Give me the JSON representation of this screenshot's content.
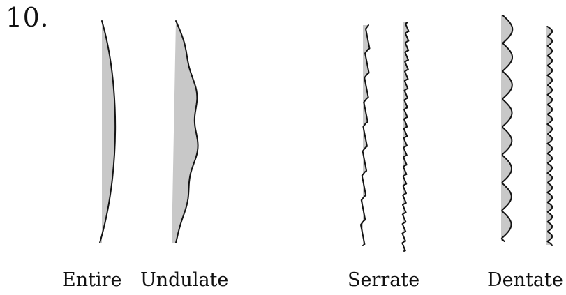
{
  "figure_number": "10.",
  "labels": {
    "entire": "Entire",
    "undulate": "Undulate",
    "serrate": "Serrate",
    "dentate": "Dentate"
  },
  "colors": {
    "fill": "#c8c8c8",
    "stroke": "#141414",
    "background": "#ffffff"
  }
}
